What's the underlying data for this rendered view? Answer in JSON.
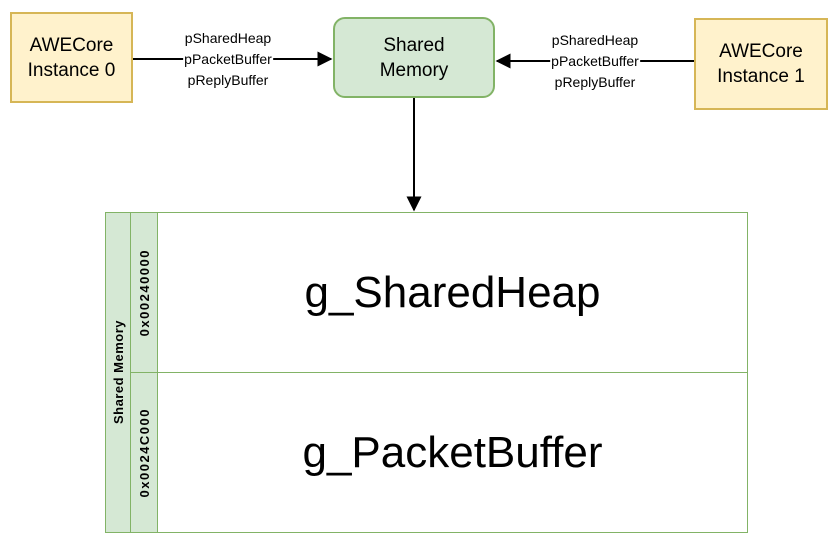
{
  "colors": {
    "canvas-bg": "#FFFFFF",
    "node-yellow-fill": "#FFF2CC",
    "node-yellow-border": "#D6B656",
    "node-green-fill": "#D5E8D4",
    "node-green-border": "#82B366",
    "connector": "#000000",
    "text": "#000000"
  },
  "nodes": {
    "instance0": {
      "line1": "AWECore",
      "line2": "Instance 0"
    },
    "shared_memory": {
      "line1": "Shared",
      "line2": "Memory"
    },
    "instance1": {
      "line1": "AWECore",
      "line2": "Instance 1"
    }
  },
  "edges": {
    "left": {
      "labels": [
        "pSharedHeap",
        "pPacketBuffer",
        "pReplyBuffer"
      ]
    },
    "right": {
      "labels": [
        "pSharedHeap",
        "pPacketBuffer",
        "pReplyBuffer"
      ]
    }
  },
  "memory_table": {
    "side_label": "Shared Memory",
    "rows": [
      {
        "address": "0x00240000",
        "name": "g_SharedHeap"
      },
      {
        "address": "0x0024C000",
        "name": "g_PacketBuffer"
      }
    ]
  }
}
